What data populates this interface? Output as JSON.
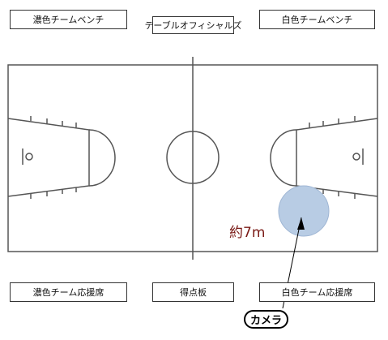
{
  "labels": {
    "dark_bench": "濃色チームベンチ",
    "table_officials": "テーブルオフィシャルズ",
    "white_bench": "白色チームベンチ",
    "dark_cheer": "濃色チーム応援席",
    "scoreboard": "得点板",
    "white_cheer": "白色チーム応援席"
  },
  "camera": {
    "label": "カメラ",
    "distance": "約7m",
    "circle_color": "#b8cce4"
  },
  "colors": {
    "court_line": "#555555",
    "distance_text": "#7a1a16"
  }
}
